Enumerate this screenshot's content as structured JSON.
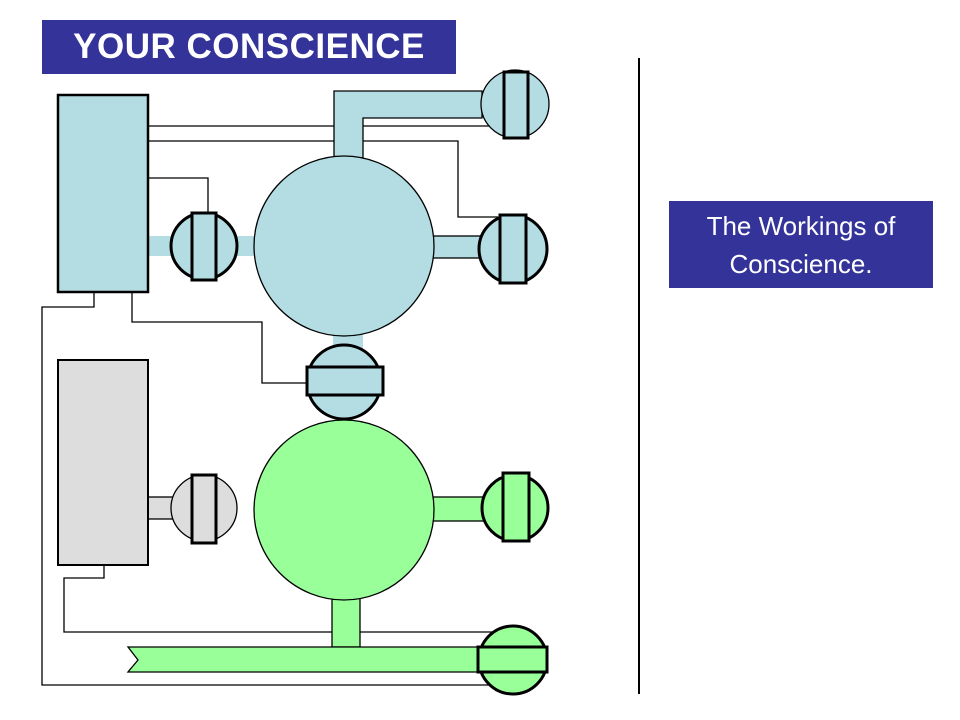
{
  "title": "YOUR CONSCIENCE",
  "caption": {
    "line1": "The Workings of",
    "line2": "Conscience."
  },
  "colors": {
    "banner": "#333399",
    "banner_text": "#ffffff",
    "blue_component": "#b3dde3",
    "green_component": "#99ff99",
    "gray_component": "#dddddd"
  }
}
